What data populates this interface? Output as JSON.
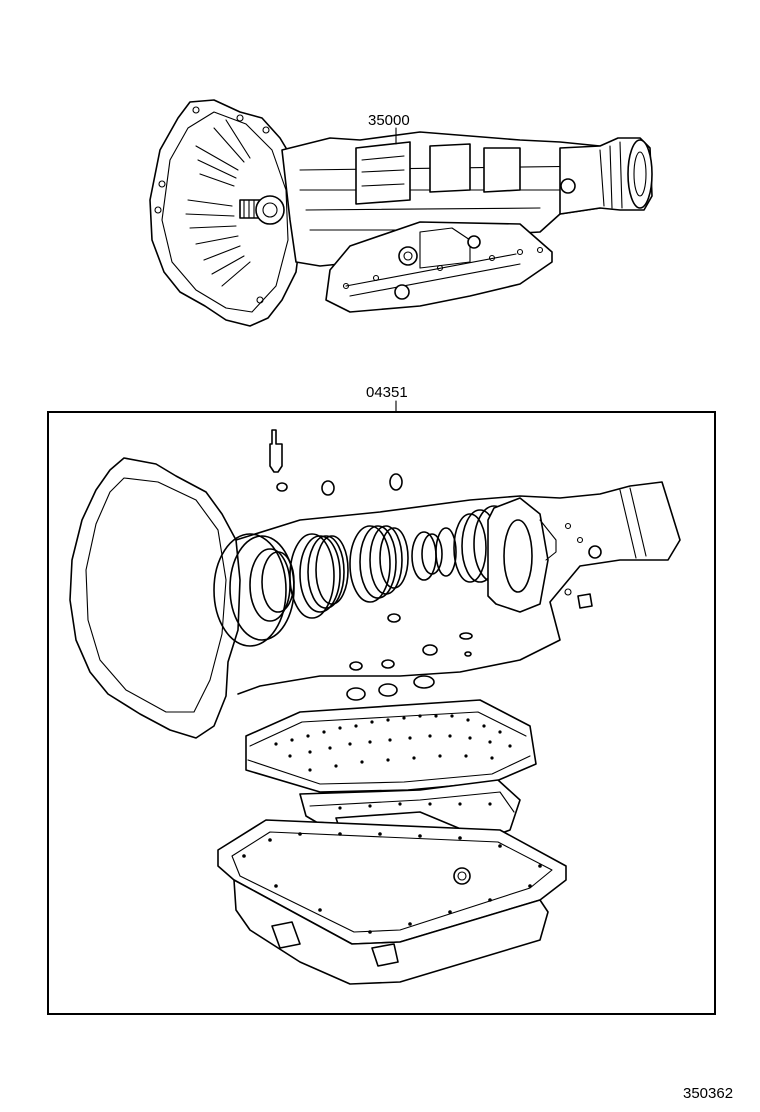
{
  "callouts": {
    "transmission_assembly": "35000",
    "overhaul_gasket_kit": "04351"
  },
  "figure_id": "350362"
}
